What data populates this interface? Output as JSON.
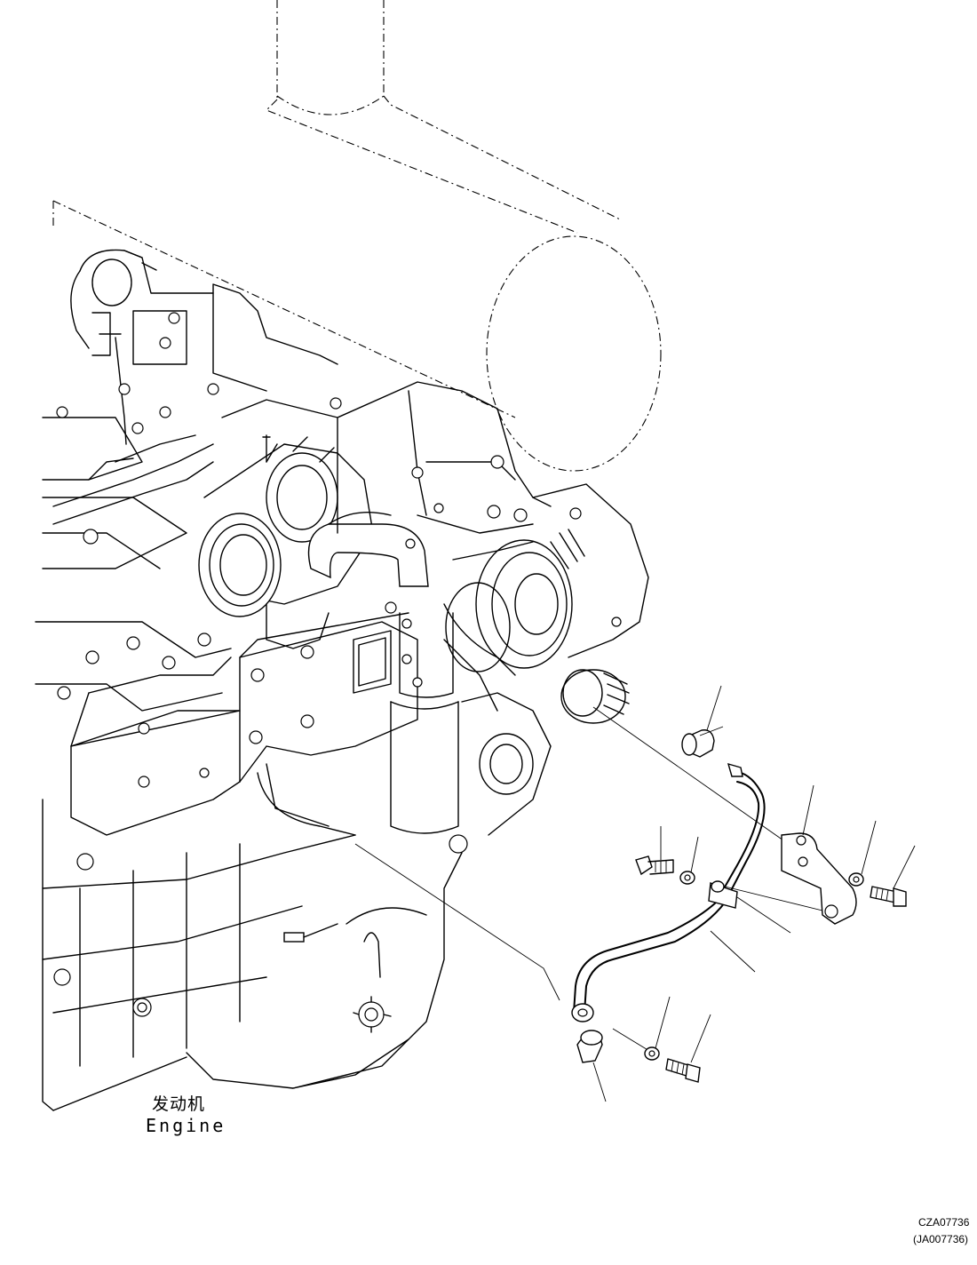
{
  "figure": {
    "engine_label_cn": "发动机",
    "engine_label_en": "Engine",
    "drawing_code": "CZA07736",
    "drawing_code_alt": "(JA007736)"
  }
}
